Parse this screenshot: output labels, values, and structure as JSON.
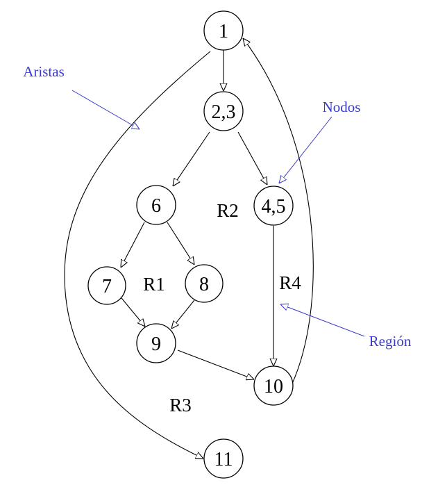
{
  "colors": {
    "annotation": "#3a3acc",
    "foreground": "#000000",
    "background": "#ffffff"
  },
  "nodes": [
    {
      "id": "n1",
      "label": "1"
    },
    {
      "id": "n23",
      "label": "2,3"
    },
    {
      "id": "n6",
      "label": "6"
    },
    {
      "id": "n45",
      "label": "4,5"
    },
    {
      "id": "n7",
      "label": "7"
    },
    {
      "id": "n8",
      "label": "8"
    },
    {
      "id": "n9",
      "label": "9"
    },
    {
      "id": "n10",
      "label": "10"
    },
    {
      "id": "n11",
      "label": "11"
    }
  ],
  "edges": [
    {
      "from": "1",
      "to": "2,3"
    },
    {
      "from": "2,3",
      "to": "6"
    },
    {
      "from": "2,3",
      "to": "4,5"
    },
    {
      "from": "6",
      "to": "7"
    },
    {
      "from": "6",
      "to": "8"
    },
    {
      "from": "7",
      "to": "9"
    },
    {
      "from": "8",
      "to": "9"
    },
    {
      "from": "9",
      "to": "10"
    },
    {
      "from": "4,5",
      "to": "10"
    },
    {
      "from": "10",
      "to": "1"
    },
    {
      "from": "1",
      "to": "11"
    }
  ],
  "regions": {
    "r1": "R1",
    "r2": "R2",
    "r3": "R3",
    "r4": "R4"
  },
  "annotations": {
    "edges": "Aristas",
    "nodes": "Nodos",
    "region": "Región"
  }
}
